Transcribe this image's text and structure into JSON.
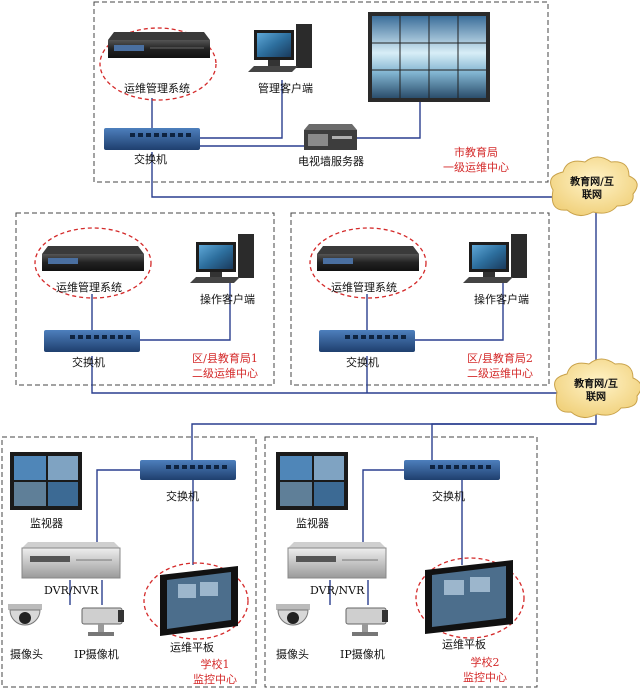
{
  "city_center": {
    "ops_system": "运维管理系统",
    "mgmt_client": "管理客户端",
    "switch": "交换机",
    "tv_wall_server": "电视墙服务器",
    "name_line1": "市教育局",
    "name_line2": "一级运维中心"
  },
  "network_cloud": {
    "line1": "教育网/互",
    "line2": "联网"
  },
  "district1": {
    "ops_system": "运维管理系统",
    "op_client": "操作客户端",
    "switch": "交换机",
    "name_line1": "区/县教育局1",
    "name_line2": "二级运维中心"
  },
  "district2": {
    "ops_system": "运维管理系统",
    "op_client": "操作客户端",
    "switch": "交换机",
    "name_line1": "区/县教育局2",
    "name_line2": "二级运维中心"
  },
  "school1": {
    "monitor": "监视器",
    "switch": "交换机",
    "dvr": "DVR/NVR",
    "camera": "摄像头",
    "ip_camera": "IP摄像机",
    "tablet": "运维平板",
    "name_line1": "学校1",
    "name_line2": "监控中心"
  },
  "school2": {
    "monitor": "监视器",
    "switch": "交换机",
    "dvr": "DVR/NVR",
    "camera": "摄像头",
    "ip_camera": "IP摄像机",
    "tablet": "运维平板",
    "name_line1": "学校2",
    "name_line2": "监控中心"
  },
  "colors": {
    "box_border": "#444444",
    "link": "#2a3f8f",
    "highlight_ellipse": "#d42a2a",
    "center_name": "#d42a2a",
    "switch_body": "#2f5d95"
  }
}
